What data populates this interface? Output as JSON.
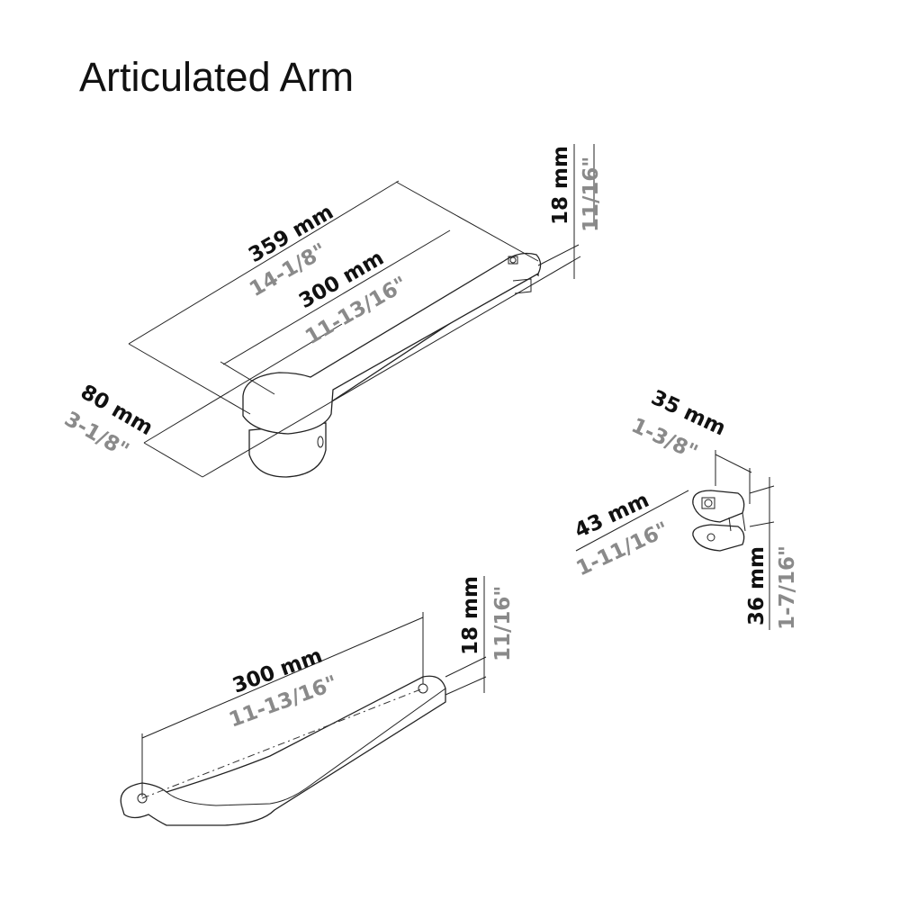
{
  "title": "Articulated Arm",
  "top_arm": {
    "length_total": {
      "mm": "359 mm",
      "in": "14-1/8\""
    },
    "length_pivot": {
      "mm": "300 mm",
      "in": "11-13/16\""
    },
    "width": {
      "mm": "80 mm",
      "in": "3-1/8\""
    },
    "thickness": {
      "mm": "18 mm",
      "in": "11/16\""
    }
  },
  "bracket": {
    "depth": {
      "mm": "35 mm",
      "in": "1-3/8\""
    },
    "width": {
      "mm": "43 mm",
      "in": "1-11/16\""
    },
    "height": {
      "mm": "36 mm",
      "in": "1-7/16\""
    }
  },
  "bottom_arm": {
    "length_pivot": {
      "mm": "300 mm",
      "in": "11-13/16\""
    },
    "thickness": {
      "mm": "18 mm",
      "in": "11/16\""
    }
  }
}
